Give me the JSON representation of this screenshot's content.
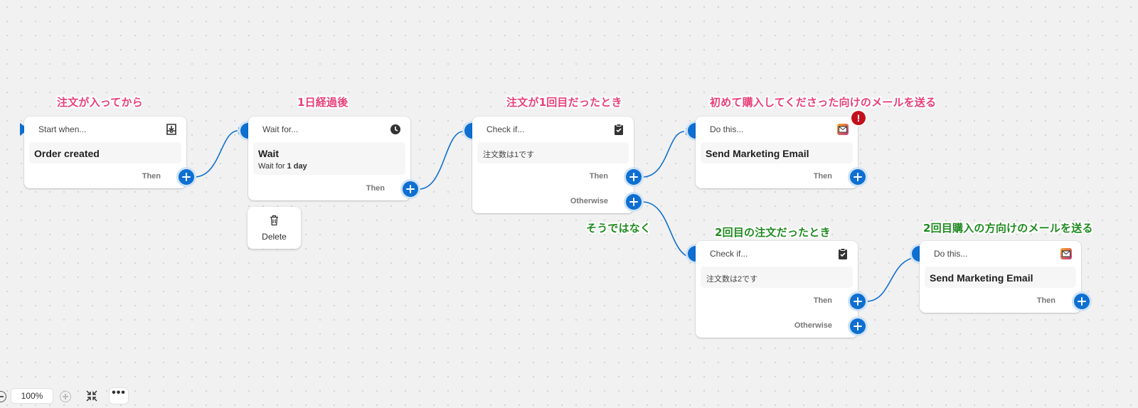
{
  "annotations": {
    "start": "注文が入ってから",
    "wait": "1日経過後",
    "check1": "注文が1回目だったとき",
    "do1": "初めて購入してくださった向けのメールを送る",
    "otherwise": "そうではなく",
    "check2": "2回目の注文だったとき",
    "do2": "2回目購入の方向けのメールを送る"
  },
  "colors": {
    "accent": "#0d6fd1",
    "annotation_pink": "#e8407a",
    "annotation_green": "#1f8a1f",
    "alert": "#c2111d"
  },
  "nodes": {
    "start": {
      "header": "Start when...",
      "icon": "download-tray-icon",
      "title": "Order created",
      "then": "Then"
    },
    "wait": {
      "header": "Wait for...",
      "icon": "clock-icon",
      "title": "Wait",
      "sub_prefix": "Wait for ",
      "sub_value": "1 day",
      "then": "Then"
    },
    "check1": {
      "header": "Check if...",
      "icon": "clipboard-check-icon",
      "condition": "注文数は1です",
      "then": "Then",
      "otherwise": "Otherwise"
    },
    "do1": {
      "header": "Do this...",
      "icon": "marketing-email-icon",
      "title": "Send Marketing Email",
      "then": "Then",
      "alert": "!"
    },
    "check2": {
      "header": "Check if...",
      "icon": "clipboard-check-icon",
      "condition": "注文数は2です",
      "then": "Then",
      "otherwise": "Otherwise"
    },
    "do2": {
      "header": "Do this...",
      "icon": "marketing-email-icon",
      "title": "Send Marketing Email",
      "then": "Then"
    }
  },
  "delete_popup": {
    "icon": "trash-icon",
    "label": "Delete"
  },
  "zoom": {
    "level": "100%",
    "more": "•••"
  }
}
